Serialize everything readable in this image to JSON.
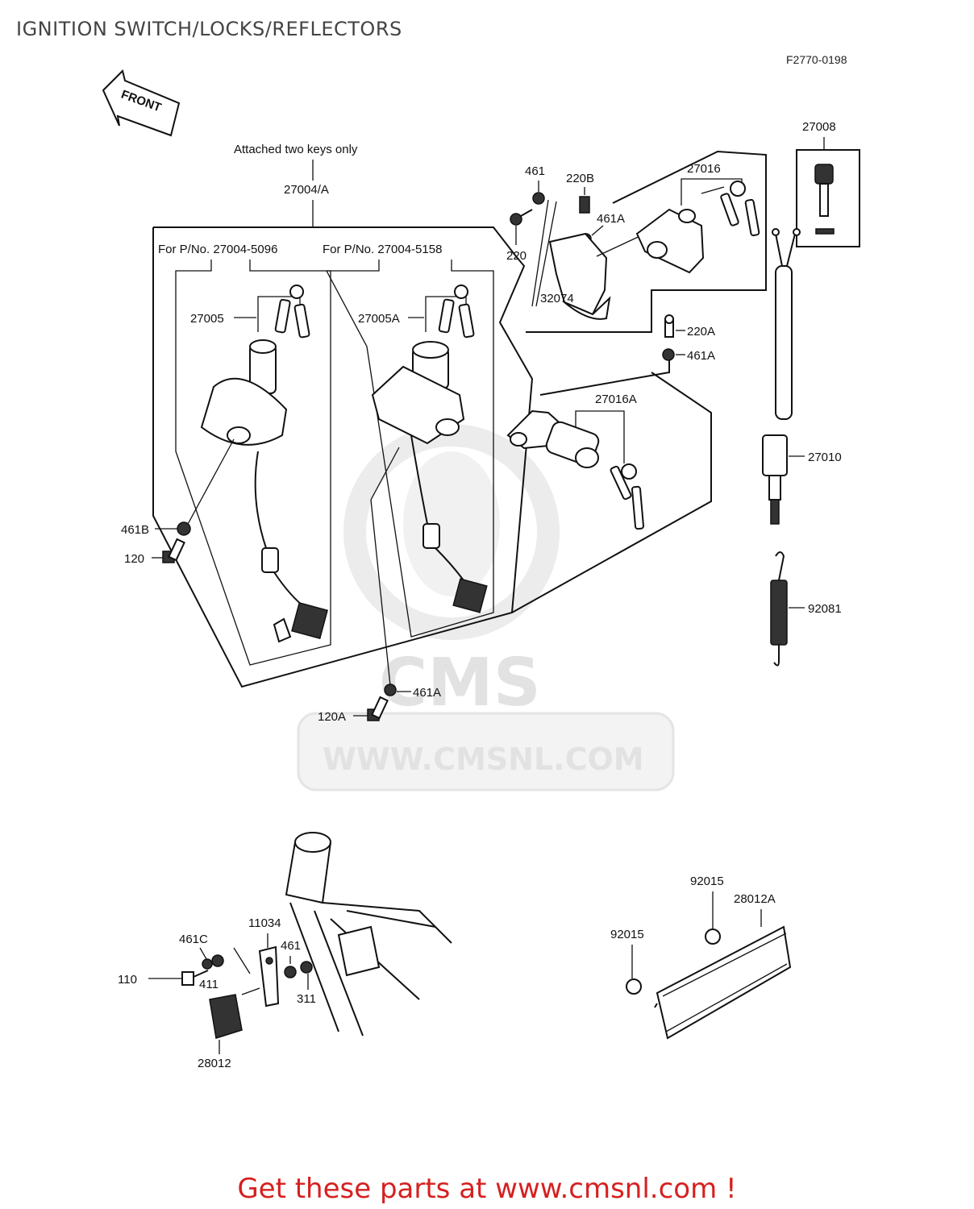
{
  "title": "IGNITION SWITCH/LOCKS/REFLECTORS",
  "diagram_code": "F2770-0198",
  "front_label": "FRONT",
  "note": "Attached two keys only",
  "watermark": {
    "brand": "CMS",
    "url": "WWW.CMSNL.COM"
  },
  "footer": "Get these parts at www.cmsnl.com !",
  "callouts": {
    "p27004A": "27004/A",
    "for5096": "For P/No. 27004-5096",
    "for5158": "For P/No. 27004-5158",
    "p27005": "27005",
    "p27005A": "27005A",
    "p461B": "461B",
    "p120": "120",
    "p461A_low": "461A",
    "p120A": "120A",
    "p461_top": "461",
    "p220B": "220B",
    "p461A_top": "461A",
    "p220": "220",
    "p32074": "32074",
    "p27016": "27016",
    "p27008": "27008",
    "p220A": "220A",
    "p461A_mid": "461A",
    "p27016A": "27016A",
    "p27010": "27010",
    "p92081": "92081",
    "p11034": "11034",
    "p461C": "461C",
    "p461_low": "461",
    "p110": "110",
    "p411": "411",
    "p311": "311",
    "p28012": "28012",
    "p92015a": "92015",
    "p92015b": "92015",
    "p28012A": "28012A"
  }
}
